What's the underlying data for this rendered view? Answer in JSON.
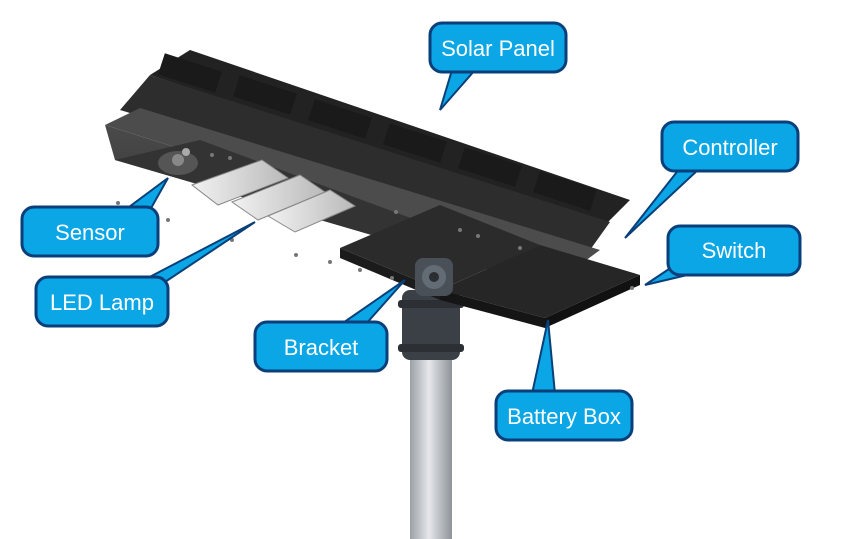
{
  "colors": {
    "callout_fill": "#0aa6e6",
    "callout_border": "#0a3f7a",
    "fixture_body": "#3a3a3a",
    "fixture_dark": "#1f1f1f",
    "pole": "#c8ccd0"
  },
  "labels": {
    "solar_panel": "Solar Panel",
    "controller": "Controller",
    "switch": "Switch",
    "sensor": "Sensor",
    "led_lamp": "LED Lamp",
    "bracket": "Bracket",
    "battery_box": "Battery Box"
  }
}
